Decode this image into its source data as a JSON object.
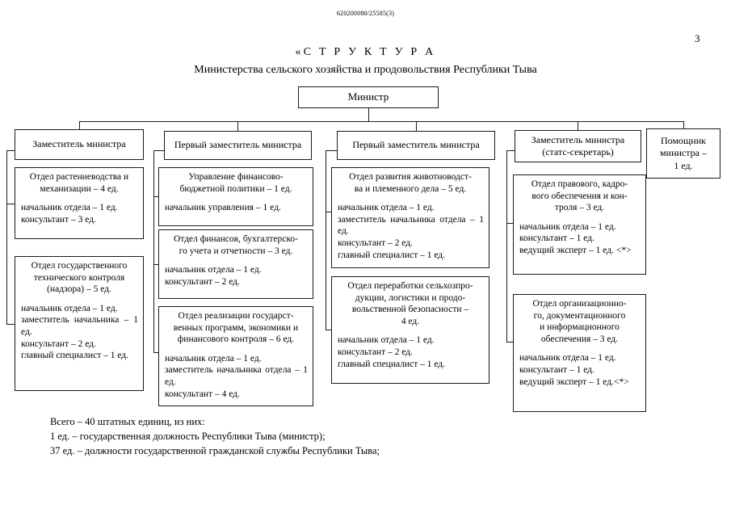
{
  "document": {
    "code": "620200080/25585(3)",
    "page_number": "3",
    "title_main": "«С Т Р У К Т У Р А",
    "title_sub": "Министерства сельского хозяйства и продовольствия Республики Тыва"
  },
  "root": {
    "label": "Министр"
  },
  "deputies": [
    {
      "label": "Заместитель министра"
    },
    {
      "label": "Первый заместитель министра"
    },
    {
      "label": "Первый заместитель министра"
    },
    {
      "label": "Заместитель министра\n(статс-секретарь)"
    },
    {
      "label": "Помощник\nминистра –\n1 ед."
    }
  ],
  "columns": [
    {
      "units": [
        {
          "head": "Отдел растениеводства и\nмеханизации – 4 ед.",
          "lines": [
            "начальник отдела – 1 ед.",
            "консультант – 3 ед."
          ]
        },
        {
          "head": "Отдел государственного\nтехнического контроля\n(надзора) – 5 ед.",
          "lines": [
            "начальник отдела – 1 ед.",
            "заместитель   начальника – 1 ед.",
            "консультант – 2 ед.",
            "главный  специалист – 1 ед."
          ]
        }
      ]
    },
    {
      "units": [
        {
          "head": "Управление финансово-\nбюджетной политики – 1 ед.",
          "lines": [
            "начальник управления – 1 ед."
          ]
        },
        {
          "head": "Отдел финансов, бухгалтерско-\nго учета и отчетности – 3 ед.",
          "lines": [
            "начальник отдела – 1 ед.",
            "консультант – 2 ед."
          ]
        },
        {
          "head": "Отдел реализации государст-\nвенных программ, экономики и\nфинансового контроля – 6 ед.",
          "lines": [
            "начальник отдела – 1 ед.",
            "заместитель  начальника отдела – 1 ед.",
            "консультант – 4 ед."
          ]
        }
      ]
    },
    {
      "units": [
        {
          "head": "Отдел развития животноводст-\nва и племенного дела – 5 ед.",
          "lines": [
            "начальник отдела – 1 ед.",
            "заместитель  начальника отдела – 1 ед.",
            "консультант – 2 ед.",
            "главный специалист – 1 ед."
          ]
        },
        {
          "head": "Отдел переработки сельхозпро-\nдукции, логистики и продо-\nвольственной безопасности –\n4 ед.",
          "lines": [
            "начальник отдела – 1 ед.",
            "консультант – 2 ед.",
            "главный специалист – 1 ед."
          ]
        }
      ]
    },
    {
      "units": [
        {
          "head": "Отдел правового, кадро-\nвого обеспечения и кон-\nтроля – 3 ед.",
          "lines": [
            "начальник отдела – 1 ед.",
            "консультант – 1 ед.",
            "ведущий  эксперт – 1  ед. <*>"
          ]
        },
        {
          "head": "Отдел организационно-\nго, документационного\nи информационного\nобеспечения – 3 ед.",
          "lines": [
            "начальник  отдела  –  1 ед.",
            "консультант – 1 ед.",
            "ведущий  эксперт  –  1 ед.<*>"
          ]
        }
      ]
    }
  ],
  "footer": {
    "lines": [
      "Всего – 40 штатных единиц, из них:",
      "1 ед. – государственная должность Республики Тыва (министр);",
      "37 ед. – должности государственной гражданской службы Республики Тыва;"
    ]
  }
}
